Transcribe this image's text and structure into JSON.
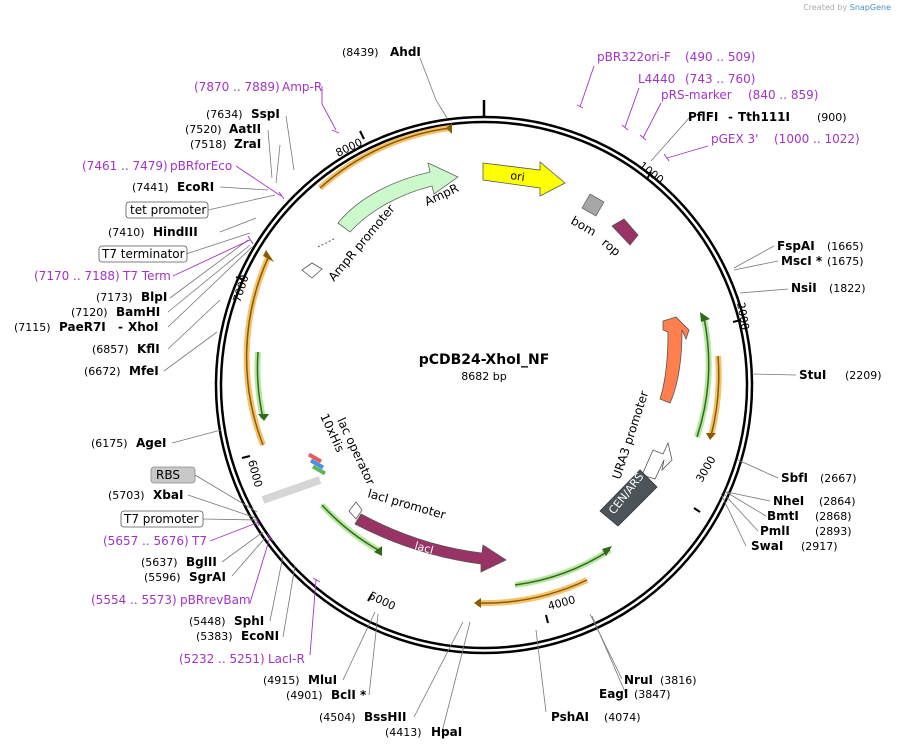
{
  "credit": {
    "prefix": "Created by",
    "brand": "SnapGene"
  },
  "plasmid": {
    "name": "pCDB24-XhoI_NF",
    "length_label": "8682 bp"
  },
  "ticks": [
    "1000",
    "2000",
    "3000",
    "4000",
    "5000",
    "6000",
    "7000",
    "8000"
  ],
  "sites": [
    {
      "pos": "(8439)",
      "name": "AhdI"
    },
    {
      "pos": "(7634)",
      "name": "SspI"
    },
    {
      "pos": "(7520)",
      "name": "AatII"
    },
    {
      "pos": "(7518)",
      "name": "ZraI"
    },
    {
      "pos": "(7441)",
      "name": "EcoRI"
    },
    {
      "pos": "(7410)",
      "name": "HindIII"
    },
    {
      "pos": "(7173)",
      "name": "BlpI"
    },
    {
      "pos": "(7120)",
      "name": "BamHI"
    },
    {
      "pos": "(7115)",
      "name": "PaeR7I",
      "name2": "XhoI"
    },
    {
      "pos": "(6857)",
      "name": "KflI"
    },
    {
      "pos": "(6672)",
      "name": "MfeI"
    },
    {
      "pos": "(6175)",
      "name": "AgeI"
    },
    {
      "pos": "(5703)",
      "name": "XbaI"
    },
    {
      "pos": "(5637)",
      "name": "BglII"
    },
    {
      "pos": "(5596)",
      "name": "SgrAI"
    },
    {
      "pos": "(5448)",
      "name": "SphI"
    },
    {
      "pos": "(5383)",
      "name": "EcoNI"
    },
    {
      "pos": "(4915)",
      "name": "MluI"
    },
    {
      "pos": "(4901)",
      "name": "BclI *"
    },
    {
      "pos": "(4504)",
      "name": "BssHII"
    },
    {
      "pos": "(4413)",
      "name": "HpaI"
    },
    {
      "pos": "(4074)",
      "name": "PshAI"
    },
    {
      "pos": "(3847)",
      "name": "EagI"
    },
    {
      "pos": "(3816)",
      "name": "NruI"
    },
    {
      "pos": "(2917)",
      "name": "SwaI"
    },
    {
      "pos": "(2893)",
      "name": "PmlI"
    },
    {
      "pos": "(2868)",
      "name": "BmtI"
    },
    {
      "pos": "(2864)",
      "name": "NheI"
    },
    {
      "pos": "(2667)",
      "name": "SbfI"
    },
    {
      "pos": "(2209)",
      "name": "StuI"
    },
    {
      "pos": "(1822)",
      "name": "NsiI"
    },
    {
      "pos": "(1675)",
      "name": "MscI *"
    },
    {
      "pos": "(1665)",
      "name": "FspAI"
    },
    {
      "pos": "(900)",
      "name": "PflFI",
      "name2": "Tth111I"
    }
  ],
  "primers": [
    {
      "name": "pBR322ori-F",
      "range": "(490 .. 509)"
    },
    {
      "name": "L4440",
      "range": "(743 .. 760)"
    },
    {
      "name": "pRS-marker",
      "range": "(840 .. 859)"
    },
    {
      "name": "pGEX 3'",
      "range": "(1000 .. 1022)"
    },
    {
      "name": "Amp-R",
      "range": "(7870 .. 7889)"
    },
    {
      "name": "pBRforEco",
      "range": "(7461 .. 7479)"
    },
    {
      "name": "T7 Term",
      "range": "(7170 .. 7188)"
    },
    {
      "name": "T7",
      "range": "(5657 .. 5676)"
    },
    {
      "name": "pBRrevBam",
      "range": "(5554 .. 5573)"
    },
    {
      "name": "LacI-R",
      "range": "(5232 .. 5251)"
    }
  ],
  "boxed_features": [
    "tet promoter",
    "T7 terminator",
    "RBS",
    "T7 promoter"
  ],
  "features": {
    "ori": "ori",
    "bom": "bom",
    "rop": "rop",
    "ampr": "AmpR",
    "ampr_promoter": "AmpR promoter",
    "ura3": "URA3",
    "ura3_promoter": "URA3 promoter",
    "cen_ars": "CEN/ARS",
    "laci": "lacI",
    "laci_promoter": "lacI promoter",
    "lac_operator": "lac operator",
    "his": "10xHis"
  },
  "colors": {
    "ori": "#ffff00",
    "ampr": "#ccf9cc",
    "rop": "#993366",
    "bom": "#a6a6a6",
    "ura3": "#ff7f4f",
    "cen_ars": "#4d5459",
    "laci": "#993366",
    "primer": "#a233c6",
    "orf_orange": "#f5a623",
    "orf_green": "#5cb85c"
  }
}
